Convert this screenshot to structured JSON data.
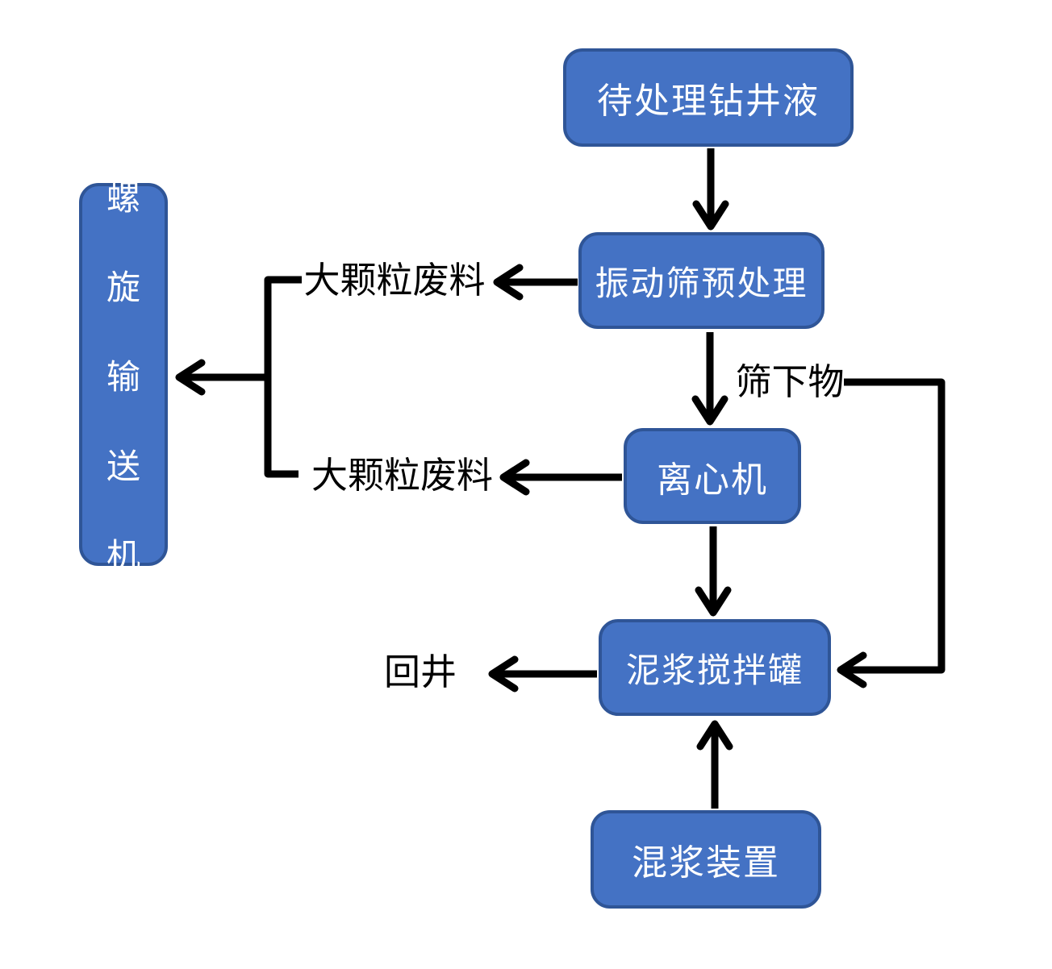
{
  "diagram": {
    "type": "flowchart",
    "boxes": {
      "pending": {
        "label": "待处理钻井液"
      },
      "shaker": {
        "label": "振动筛预处理"
      },
      "screw": {
        "label": "螺旋输送机",
        "chars": [
          "螺",
          "旋",
          "输",
          "送",
          "机"
        ]
      },
      "centrifuge": {
        "label": "离心机"
      },
      "tank": {
        "label": "泥浆搅拌罐"
      },
      "mixer": {
        "label": "混浆装置"
      }
    },
    "labels": {
      "large_waste_top": "大颗粒废料",
      "large_waste_bottom": "大颗粒废料",
      "undersize": "筛下物",
      "return_well": "回井"
    },
    "edges": [
      {
        "from": "待处理钻井液",
        "to": "振动筛预处理"
      },
      {
        "from": "振动筛预处理",
        "to": "大颗粒废料"
      },
      {
        "from": "振动筛预处理",
        "to": "离心机",
        "label": "筛下物"
      },
      {
        "from": "筛下物",
        "to": "泥浆搅拌罐"
      },
      {
        "from": "离心机",
        "to": "大颗粒废料"
      },
      {
        "from": "离心机",
        "to": "泥浆搅拌罐"
      },
      {
        "from": "大颗粒废料",
        "to": "螺旋输送机"
      },
      {
        "from": "泥浆搅拌罐",
        "to": "回井"
      },
      {
        "from": "混浆装置",
        "to": "泥浆搅拌罐"
      }
    ],
    "colors": {
      "box_fill": "#4472C4",
      "box_border": "#2F5597",
      "box_text": "#FFFFFF",
      "line": "#000000",
      "label_text": "#000000",
      "background": "#FFFFFF"
    }
  }
}
